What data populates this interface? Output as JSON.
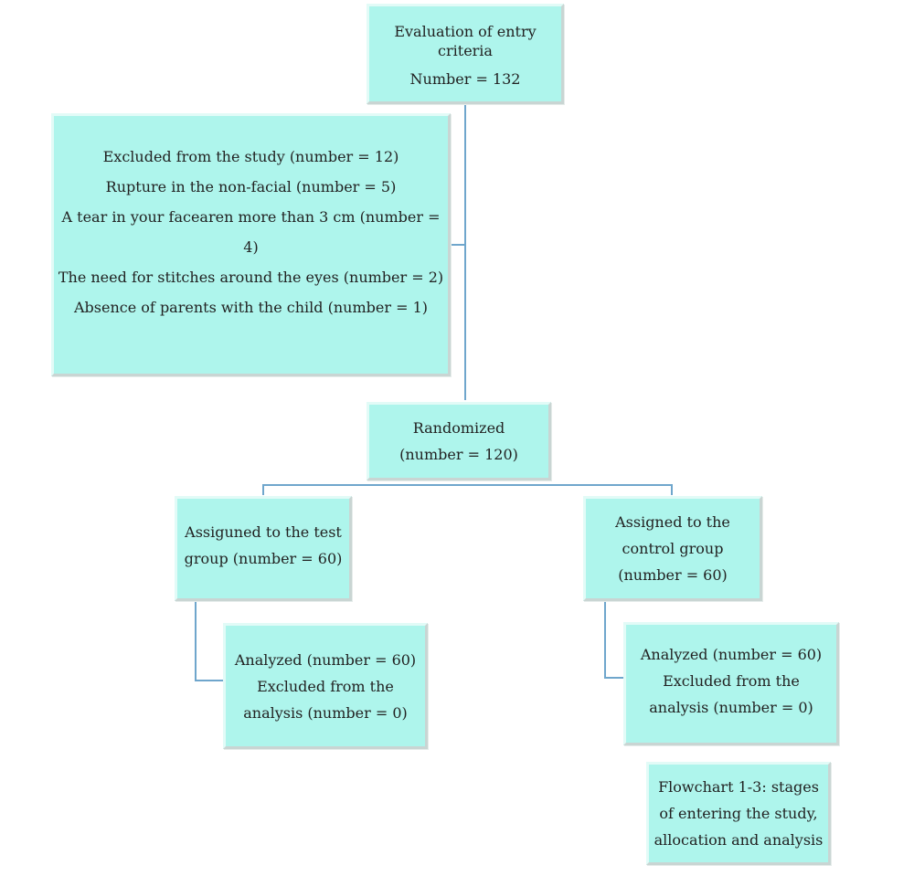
{
  "nodes": {
    "entry": {
      "lines": [
        "Evaluation of entry",
        "criteria",
        "Number = 132"
      ]
    },
    "excluded": {
      "lines": [
        "Excluded from the study (number = 12)",
        "Rupture in the non-facial (number = 5)",
        "A tear in your facearen more than 3 cm (number = 4)",
        "The need for stitches around the eyes (number = 2)",
        "Absence of parents with the child (number = 1)"
      ]
    },
    "randomized": {
      "lines": [
        "Randomized",
        "(number = 120)"
      ]
    },
    "test_group": {
      "lines": [
        "Assiguned to the test",
        "group (number = 60)"
      ]
    },
    "control_group": {
      "lines": [
        "Assigned to the",
        "control group",
        "(number = 60)"
      ]
    },
    "test_analysis": {
      "lines": [
        "Analyzed (number = 60)",
        "Excluded from the",
        "analysis (number = 0)"
      ]
    },
    "control_analysis": {
      "lines": [
        "Analyzed (number = 60)",
        "Excluded from the",
        "analysis (number = 0)"
      ]
    },
    "caption": {
      "lines": [
        "Flowchart 1-3: stages",
        "of entering the study,",
        "allocation and analysis"
      ]
    }
  },
  "colors": {
    "box_fill": "#aef5ec",
    "connector": "#6fa6cc"
  }
}
